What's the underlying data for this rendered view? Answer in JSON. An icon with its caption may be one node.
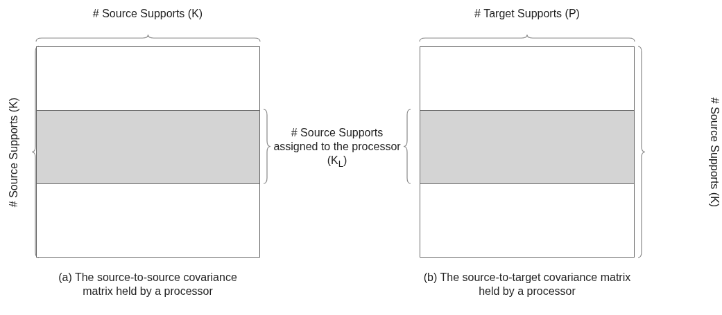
{
  "diagram": {
    "nodes": [
      {
        "text": [],
        "shape": "box"
      },
      {
        "text": [],
        "shape": "bar",
        "in": 0
      },
      {
        "text": [],
        "shape": "box"
      },
      {
        "text": [],
        "shape": "bar",
        "in": 2
      }
    ],
    "edges": [],
    "labels": [
      "# Source Supports (K)",
      "# Target Supports (P)",
      "# Source Supports (K)",
      "# Source Supports assigned to the processor (K$_{L}$)",
      "# Source Supports (K)",
      "(a) The source-to-source covariance matrix held by a processor",
      "(b) The source-to-target covariance matrix held by a processor"
    ]
  }
}
